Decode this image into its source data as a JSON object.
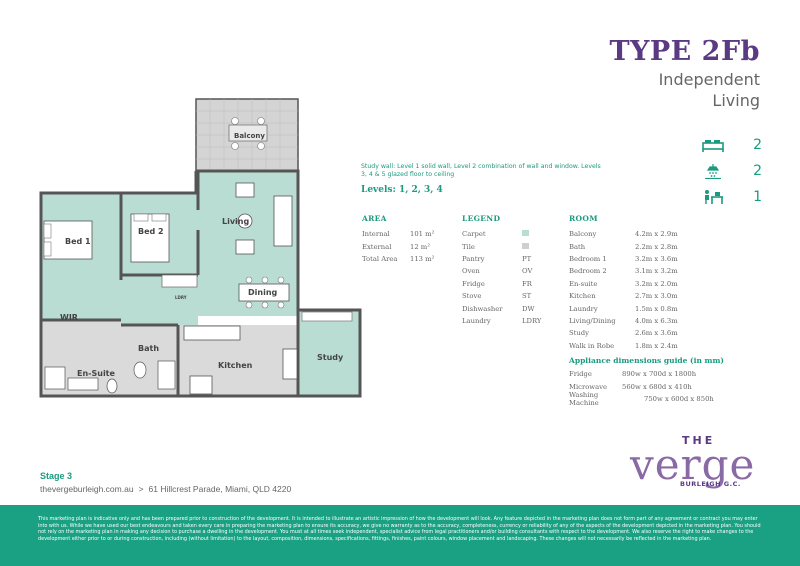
{
  "title": {
    "type": "TYPE 2Fb",
    "line1": "Independent",
    "line2": "Living"
  },
  "counts": {
    "bedrooms": "2",
    "bathrooms": "2",
    "study": "1"
  },
  "note": "Study wall: Level 1 solid wall, Level 2 combination of wall and window. Levels 3, 4 & 5 glazed floor to ceiling",
  "levels": "Levels: 1, 2, 3, 4",
  "area": {
    "heading": "AREA",
    "rows": [
      {
        "k": "Internal",
        "v": "101 m²"
      },
      {
        "k": "External",
        "v": "12 m²"
      },
      {
        "k": "Total Area",
        "v": "113 m²"
      }
    ]
  },
  "legend": {
    "heading": "LEGEND",
    "rows": [
      {
        "k": "Carpet",
        "v": "",
        "swatch": "#b9ddd2"
      },
      {
        "k": "Tile",
        "v": "",
        "swatch": "#cfcfcf"
      },
      {
        "k": "Pantry",
        "v": "PT"
      },
      {
        "k": "Oven",
        "v": "OV"
      },
      {
        "k": "Fridge",
        "v": "FR"
      },
      {
        "k": "Stove",
        "v": "ST"
      },
      {
        "k": "Dishwasher",
        "v": "DW"
      },
      {
        "k": "Laundry",
        "v": "LDRY"
      }
    ]
  },
  "rooms": {
    "heading": "ROOM",
    "rows": [
      {
        "k": "Balcony",
        "v": "4.2m x 2.9m"
      },
      {
        "k": "Bath",
        "v": "2.2m x 2.8m"
      },
      {
        "k": "Bedroom 1",
        "v": "3.2m x 3.6m"
      },
      {
        "k": "Bedroom 2",
        "v": "3.1m x 3.2m"
      },
      {
        "k": "En-suite",
        "v": "3.2m x 2.0m"
      },
      {
        "k": "Kitchen",
        "v": "2.7m x 3.0m"
      },
      {
        "k": "Laundry",
        "v": "1.5m x 0.8m"
      },
      {
        "k": "Living/Dining",
        "v": "4.0m x 6.3m"
      },
      {
        "k": "Study",
        "v": "2.6m x 3.6m"
      },
      {
        "k": "Walk in Robe",
        "v": "1.8m x 2.4m"
      }
    ]
  },
  "appliances": {
    "heading": "Appliance dimensions guide (in mm)",
    "rows": [
      {
        "k": "Fridge",
        "v": "890w x 700d x 1800h"
      },
      {
        "k": "Microwave",
        "v": "560w x 680d x 410h"
      },
      {
        "k": "Washing Machine",
        "v": "750w x 600d x 850h"
      }
    ]
  },
  "plan_labels": {
    "balcony": "Balcony",
    "living": "Living",
    "bed1": "Bed 1",
    "bed2": "Bed 2",
    "dining": "Dining",
    "wir": "WIR",
    "bath": "Bath",
    "kitchen": "Kitchen",
    "ensuite": "En-Suite",
    "study": "Study",
    "ldry": "LDRY"
  },
  "logo": {
    "the": "THE",
    "main": "verge",
    "tag": "BURLEIGH G.C."
  },
  "stage": "Stage 3",
  "website": "thevergeburleigh.com.au",
  "address_sep": ">",
  "address": "61 Hillcrest Parade, Miami, QLD 4220",
  "disclaimer": "This marketing plan is indicative only and has been prepared prior to construction of the development. It is intended to illustrate an artistic impression of how the development will look. Any feature depicted in the marketing plan does not form part of any agreement or contract you may enter into with us. While we have used our best endeavours and taken every care in preparing the marketing plan to ensure its accuracy, we give no warranty as to the accuracy, completeness, currency or reliability of any of the aspects of the development depicted in the marketing plan. You should not rely on the marketing plan in making any decision to purchase a dwelling in the development. You must at all times seek independent, specialist advice from legal practitioners and/or building consultants with respect to the development. We also reserve the right to make changes to the development either prior to or during construction, including (without limitation) to the layout, composition, dimensions, specifications, fittings, finishes, paint colours, window placement and landscaping. These changes will not necessarily be reflected in the marketing plan.",
  "colors": {
    "accent": "#1a9a7f",
    "purple": "#5a3a83",
    "carpet": "#b9ddd2",
    "tile": "#cfcfcf"
  }
}
